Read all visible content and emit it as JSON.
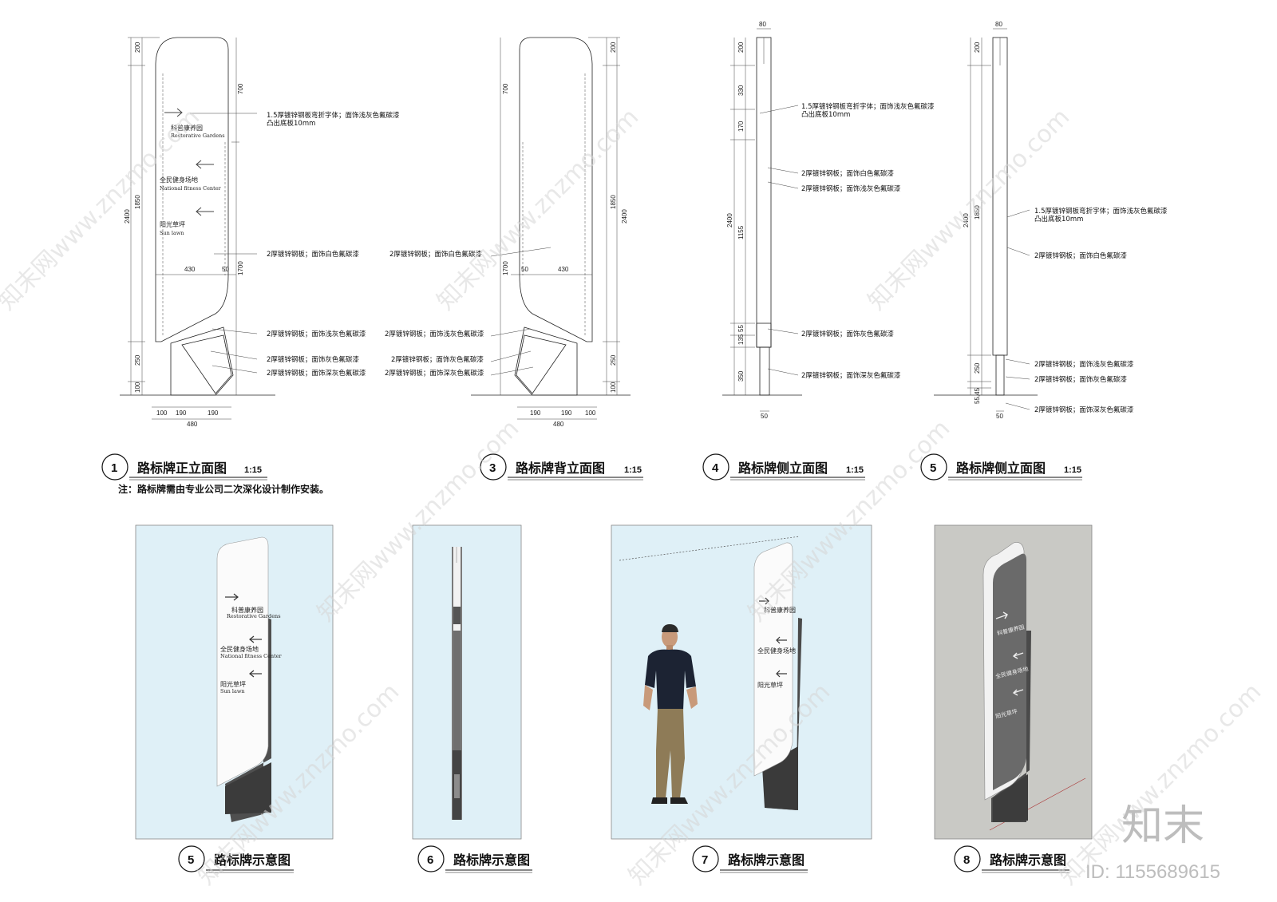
{
  "drawings": {
    "d1": {
      "num": "1",
      "title": "路标牌正立面图",
      "scale": "1:15"
    },
    "d3": {
      "num": "3",
      "title": "路标牌背立面图",
      "scale": "1:15"
    },
    "d4": {
      "num": "4",
      "title": "路标牌侧立面图",
      "scale": "1:15"
    },
    "d5": {
      "num": "5",
      "title": "路标牌侧立面图",
      "scale": "1:15"
    }
  },
  "footnote": "注：路标牌需由专业公司二次深化设计制作安装。",
  "sign_text": {
    "line1_cn": "科普康养园",
    "line1_en": "Restorative Gardens",
    "line2_cn": "全民健身场地",
    "line2_en": "National fitness Center",
    "line3_cn": "阳光草坪",
    "line3_en": "Sun lawn"
  },
  "notes": {
    "letters": "1.5厚镀锌钢板弯折字体；面饰浅灰色氟碳漆",
    "letters_b": "凸出底板10mm",
    "white": "2厚镀锌钢板；面饰白色氟碳漆",
    "light_grey": "2厚镀锌钢板；面饰浅灰色氟碳漆",
    "grey": "2厚镀锌钢板；面饰灰色氟碳漆",
    "dark_grey": "2厚镀锌钢板；面饰深灰色氟碳漆"
  },
  "dims": {
    "d200": "200",
    "d700": "700",
    "d1850": "1850",
    "d2400": "2400",
    "d1700": "1700",
    "d250": "250",
    "d100": "100",
    "d430": "430",
    "d50": "50",
    "d190": "190",
    "d480": "480",
    "d80": "80",
    "d330": "330",
    "d170": "170",
    "d1155": "1155",
    "d55": "55",
    "d135": "135",
    "d350": "350",
    "d5545": "55,45"
  },
  "perspectives": {
    "p5": {
      "num": "5",
      "title": "路标牌示意图"
    },
    "p6": {
      "num": "6",
      "title": "路标牌示意图"
    },
    "p7": {
      "num": "7",
      "title": "路标牌示意图"
    },
    "p8": {
      "num": "8",
      "title": "路标牌示意图"
    }
  },
  "watermark": {
    "text": "知末网www.znzmo.com",
    "brand": "知末",
    "id": "ID: 1155689615"
  },
  "colors": {
    "panel_bg": "#dff0f7",
    "sketch_bg": "#c9c9c5",
    "dark_base": "#4a4a4a"
  }
}
